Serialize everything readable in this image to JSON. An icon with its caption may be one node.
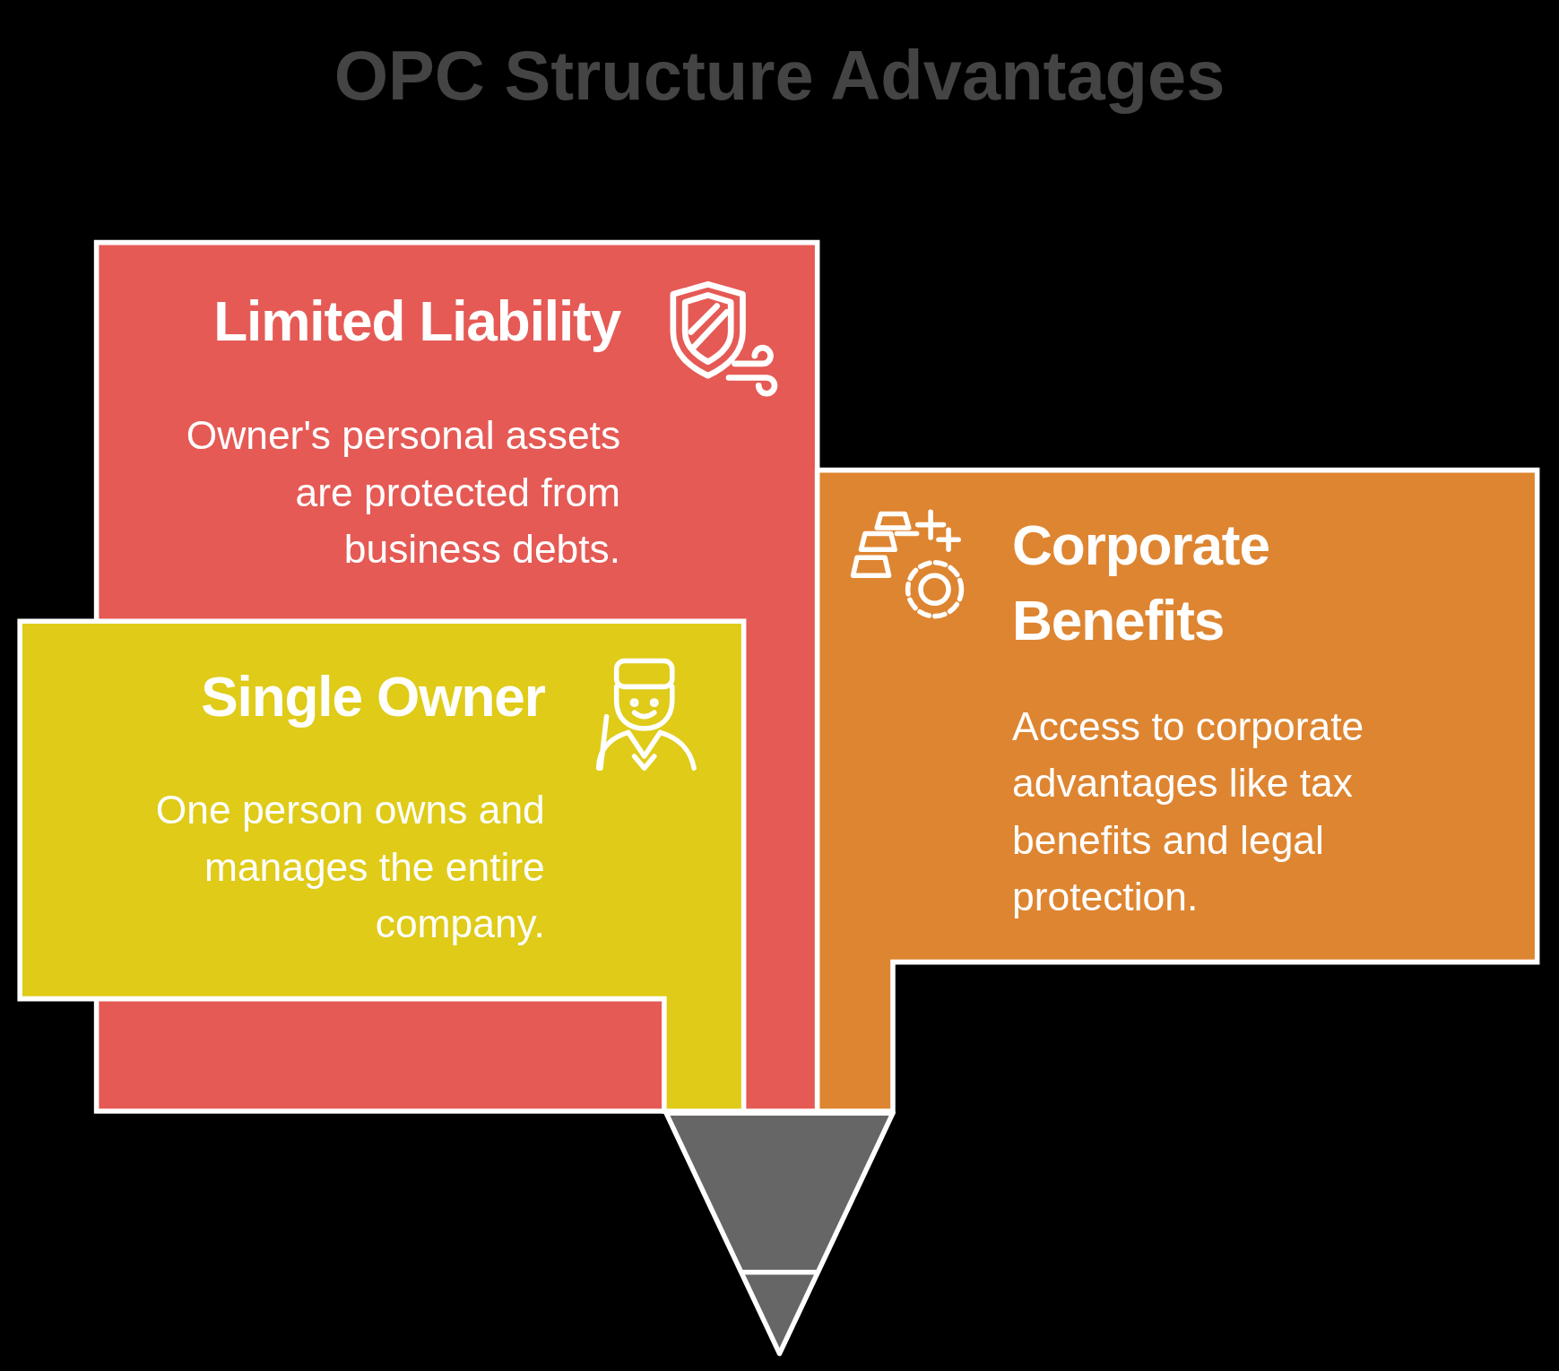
{
  "diagram": {
    "title": "OPC Structure Advantages",
    "nodes": [
      {
        "text": [
          "Limited Liability",
          "Owner's personal assets are protected from business debts."
        ]
      },
      {
        "text": [
          "Single Owner",
          "One person owns and manages the entire company."
        ]
      },
      {
        "text": [
          "Corporate Benefits",
          "Access to corporate advantages like tax benefits and legal protection."
        ]
      }
    ]
  }
}
